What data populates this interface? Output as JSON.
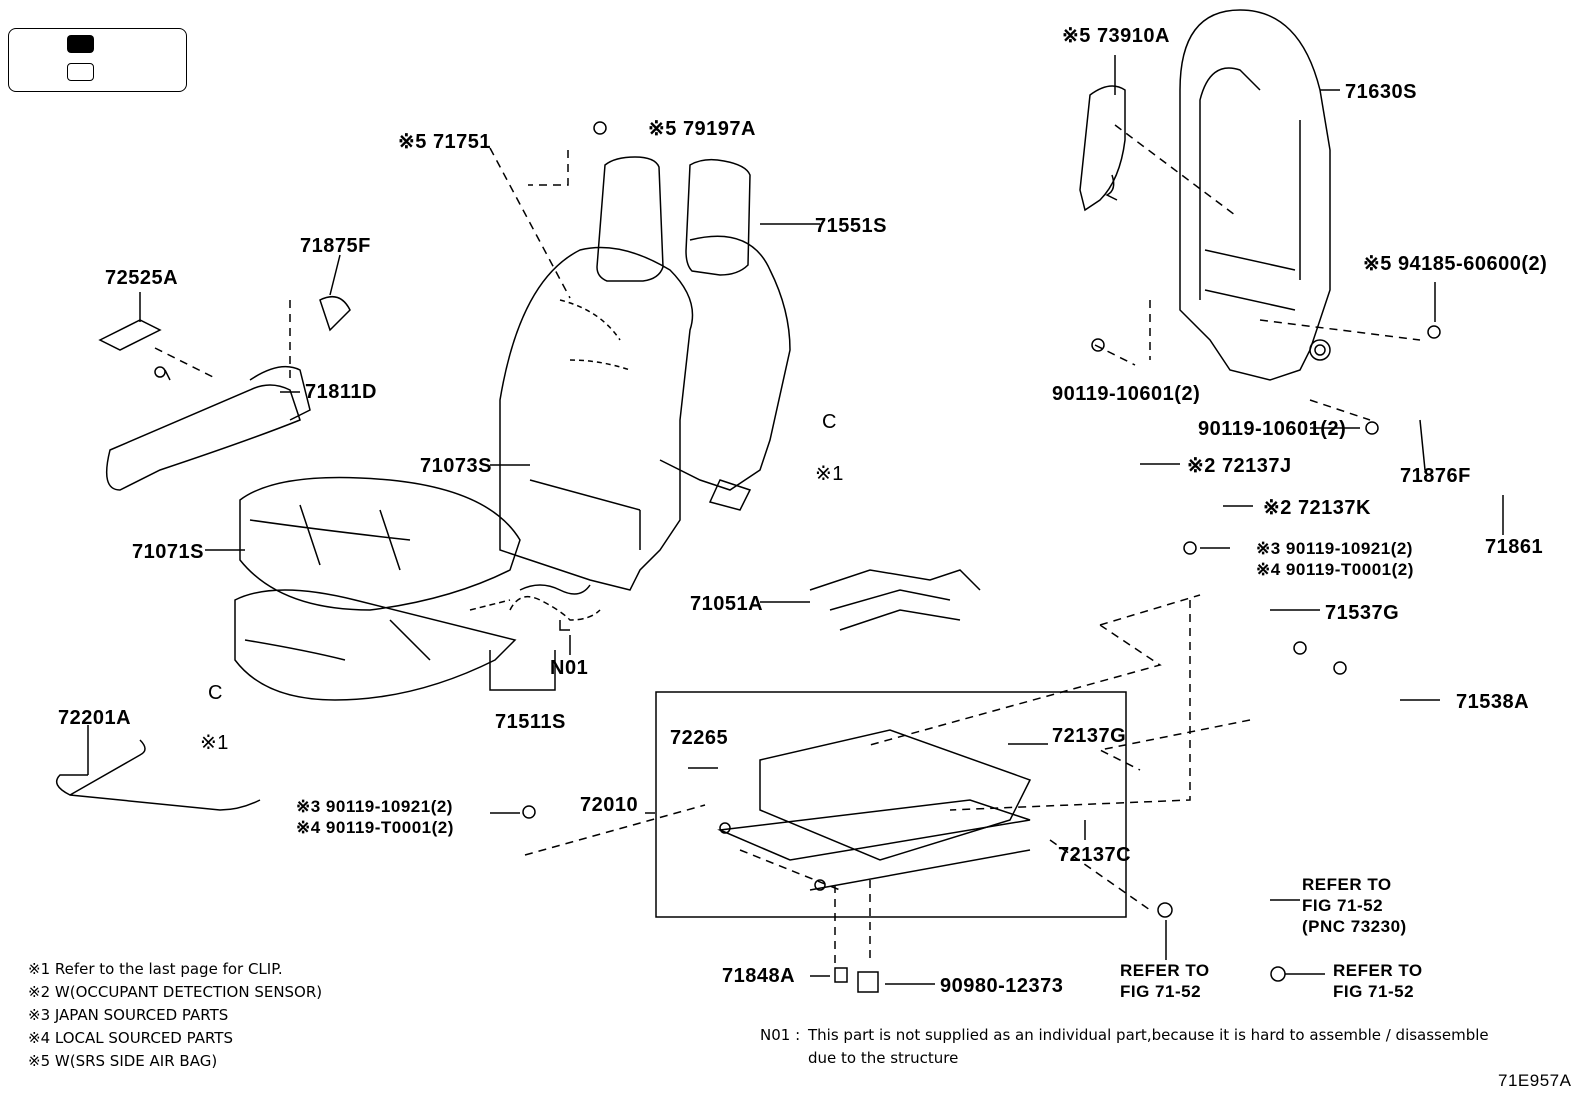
{
  "legend": {},
  "labels": {
    "p73910A": "※5 73910A",
    "p71630S": "71630S",
    "p71751": "※5 71751",
    "p79197A": "※5 79197A",
    "p71551S": "71551S",
    "p71875F": "71875F",
    "p72525A": "72525A",
    "p71811D": "71811D",
    "p94185": "※5 94185-60600(2)",
    "p90119a": "90119-10601(2)",
    "p90119b": "90119-10601(2)",
    "c1_top": "C",
    "x1_top": "※1",
    "p71073S": "71073S",
    "p72137J": "※2 72137J",
    "p71876F": "71876F",
    "p72137K": "※2 72137K",
    "p71861": "71861",
    "p71071S": "71071S",
    "p90119c1": "※3  90119-10921(2)",
    "p90119c2": "※4  90119-T0001(2)",
    "p71051A": "71051A",
    "p71537G": "71537G",
    "pN01": "N01",
    "p71538A": "71538A",
    "p71511S": "71511S",
    "p72201A": "72201A",
    "c1_bottom": "C",
    "x1_bottom": "※1",
    "p72265": "72265",
    "p72137G": "72137G",
    "p90119d1": "※3  90119-10921(2)",
    "p90119d2": "※4  90119-T0001(2)",
    "p72010": "72010",
    "p72137C": "72137C",
    "refer1": "REFER TO",
    "refer1b": "FIG 71-52",
    "refer1c": "(PNC 73230)",
    "refer2": "REFER TO",
    "refer2b": "FIG 71-52",
    "refer3": "REFER TO",
    "refer3b": "FIG 71-52",
    "p71848A": "71848A",
    "p90980": "90980-12373",
    "fig_code": "71E957A"
  },
  "footnotes": [
    "※1  Refer to the last page for CLIP.",
    "※2  W(OCCUPANT DETECTION SENSOR)",
    "※3  JAPAN SOURCED PARTS",
    "※4  LOCAL SOURCED PARTS",
    "※5  W(SRS SIDE AIR BAG)"
  ],
  "n01_note": {
    "label": "N01 :",
    "line1": "This part is not supplied as an individual part,because it is hard to assemble / disassemble",
    "line2": "due to the structure"
  }
}
